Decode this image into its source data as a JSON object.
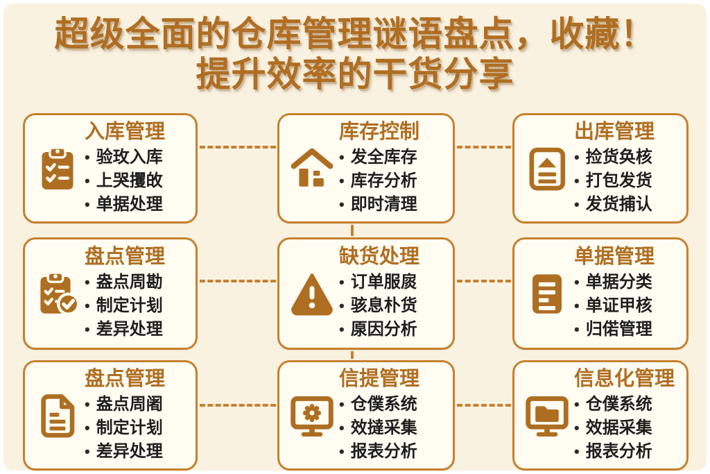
{
  "title": {
    "line1": "超级全面的仓库管理谜语盘点，收藏！",
    "line2": "提升效率的干货分享"
  },
  "bullet_marker": "•",
  "colors": {
    "background": "#FAF2E1",
    "card_background": "#FFFDF2",
    "accent_text": "#B06E22",
    "card_border": "#C6802D",
    "bullet_text": "#1E1E1E"
  },
  "cards": [
    {
      "icon": "clipboard-checklist-icon",
      "title": "入库管理",
      "bullets": [
        "验玫入库",
        "上哭攫敀",
        "单据处理"
      ]
    },
    {
      "icon": "warehouse-house-icon",
      "title": "库存控制",
      "bullets": [
        "发全库存",
        "库存分析",
        "即时清理"
      ]
    },
    {
      "icon": "document-upload-icon",
      "title": "出库管理",
      "bullets": [
        "捡货奂核",
        "打包发货",
        "发货捕认"
      ]
    },
    {
      "icon": "clipboard-check-icon",
      "title": "盘点管理",
      "bullets": [
        "盎点周勘",
        "制定计刬",
        "差异处理"
      ]
    },
    {
      "icon": "warning-triangle-icon",
      "title": "缺货处理",
      "bullets": [
        "订单服扊",
        "骇息朴货",
        "厡因分析"
      ]
    },
    {
      "icon": "document-lines-icon",
      "title": "单据管理",
      "bullets": [
        "单据分类",
        "单证甲核",
        "归偌管理"
      ]
    },
    {
      "icon": "document-outline-icon",
      "title": "盘点管理",
      "bullets": [
        "盎点周阇",
        "制定计刬",
        "差异处理"
      ]
    },
    {
      "icon": "monitor-gear-icon",
      "title": "信提管理",
      "bullets": [
        "仓僕系统",
        "效撻采集",
        "报表分析"
      ]
    },
    {
      "icon": "monitor-folder-icon",
      "title": "信息化管理",
      "bullets": [
        "仓僕系统",
        "效据采集",
        "报表分析"
      ]
    }
  ]
}
